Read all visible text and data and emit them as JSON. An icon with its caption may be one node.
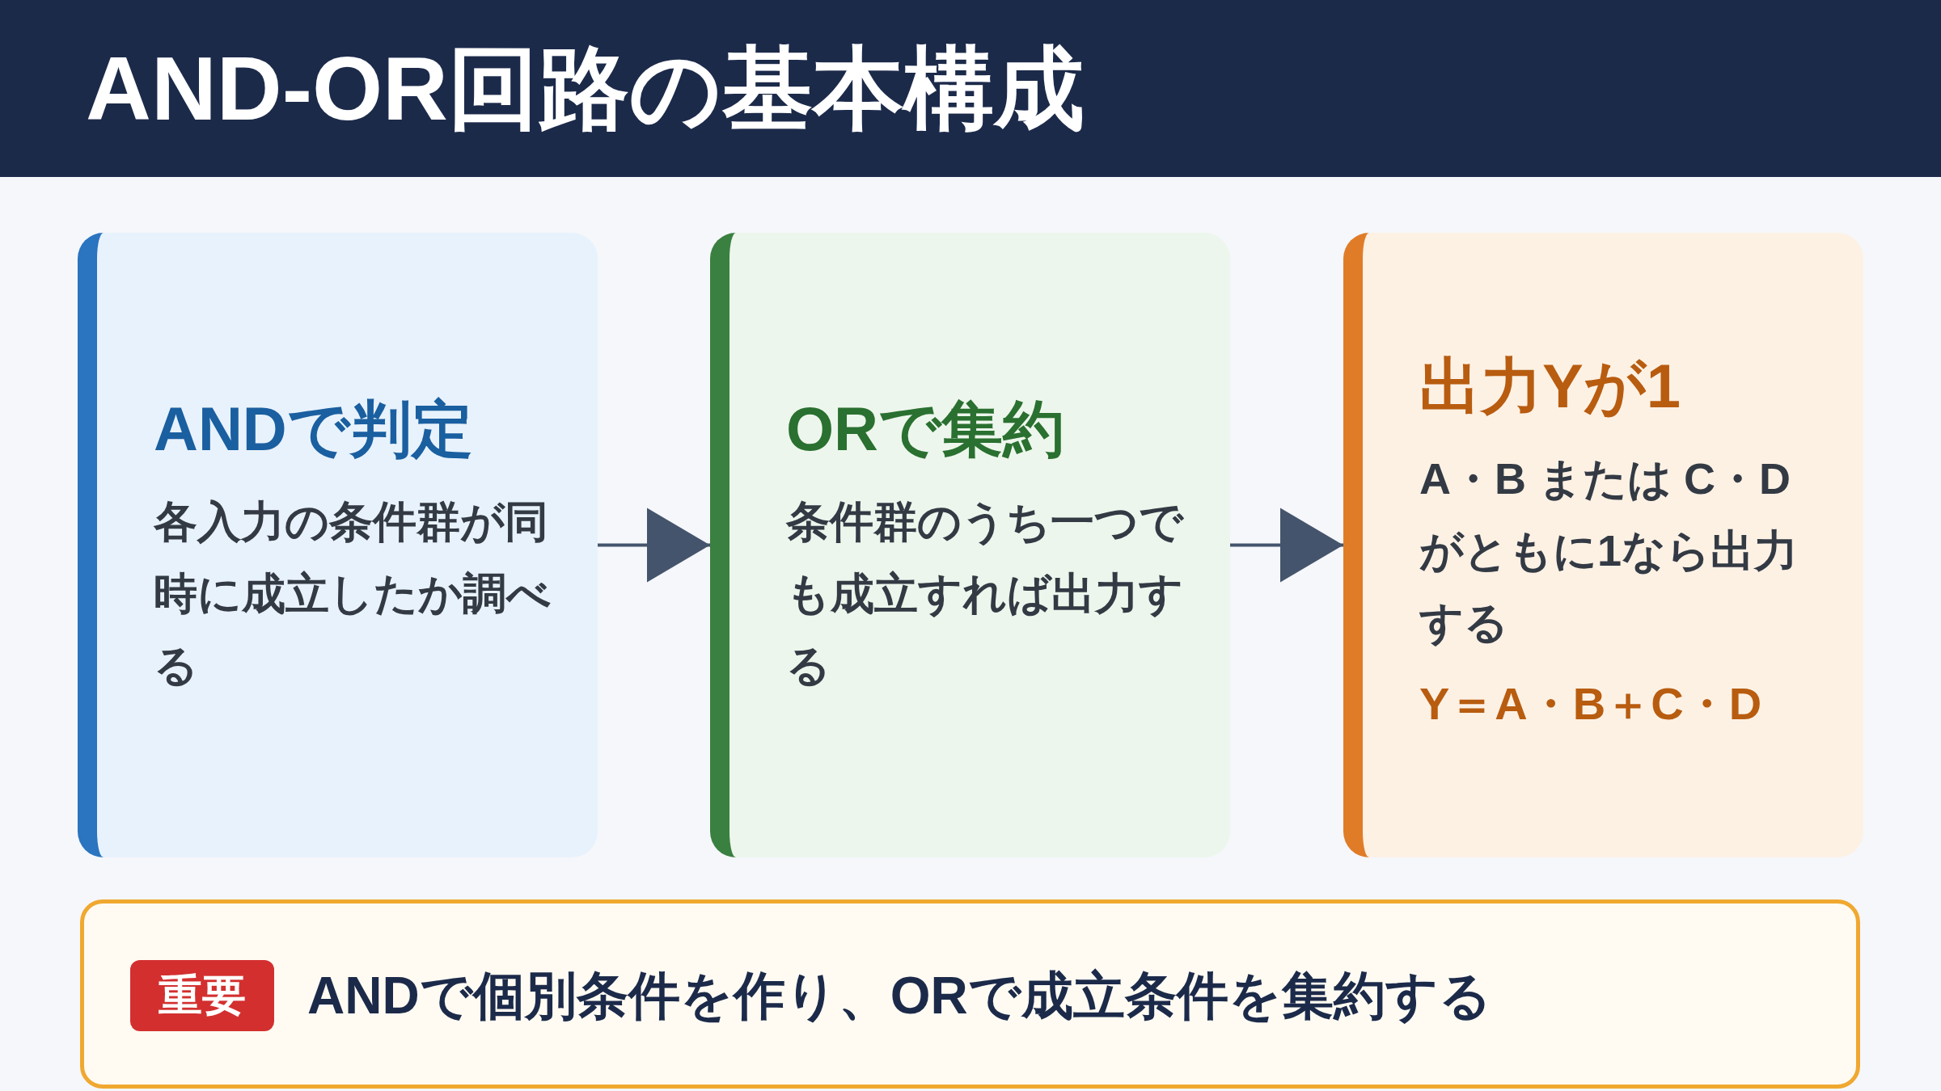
{
  "diagram": {
    "title": "AND-OR回路の基本構成",
    "nodes": [
      {
        "text": [
          "ANDで判定",
          "各入力の条件群が同時に成立したか調べる"
        ]
      },
      {
        "text": [
          "ORで集約",
          "条件群のうち一つでも成立すれば出力する"
        ]
      },
      {
        "text": [
          "出力Yが1",
          "A・B または C・Dがともに1なら出力する",
          "Y＝A・B＋C・D"
        ]
      },
      {
        "text": [
          "ANDで個別条件を作り、ORで成立条件を集約する"
        ]
      },
      {
        "text": [
          "重要"
        ],
        "in": 3
      }
    ],
    "edges": [
      {
        "from": 0,
        "to": 1,
        "arrow": "to"
      },
      {
        "from": 1,
        "to": 2,
        "arrow": "to"
      }
    ]
  }
}
